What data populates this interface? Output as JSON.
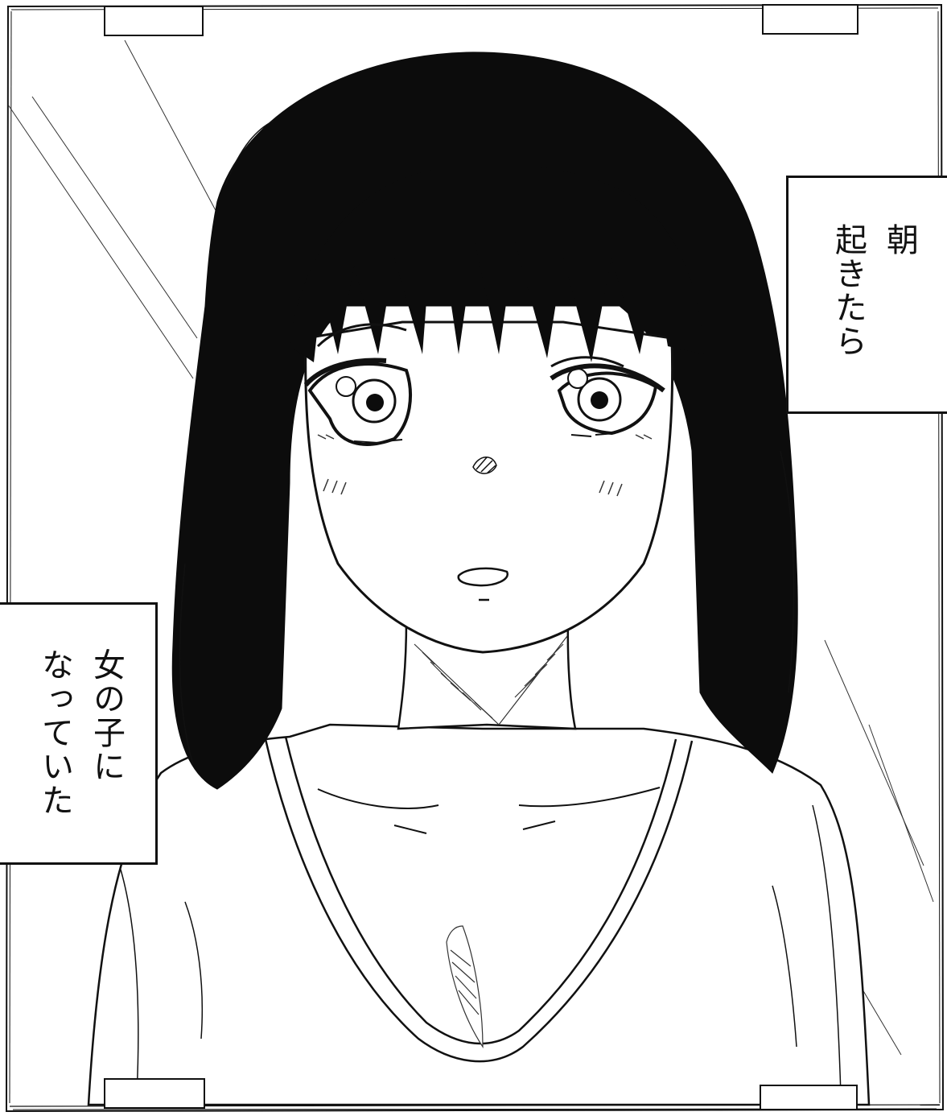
{
  "captions": {
    "right": {
      "lines": [
        "朝",
        "起きたら"
      ]
    },
    "left": {
      "lines": [
        "女の子に",
        "なっていた"
      ]
    }
  },
  "illustration": {
    "style": "monochrome manga line art",
    "colors": {
      "ink": "#111111",
      "paper": "#ffffff",
      "tone": "#555555"
    }
  }
}
